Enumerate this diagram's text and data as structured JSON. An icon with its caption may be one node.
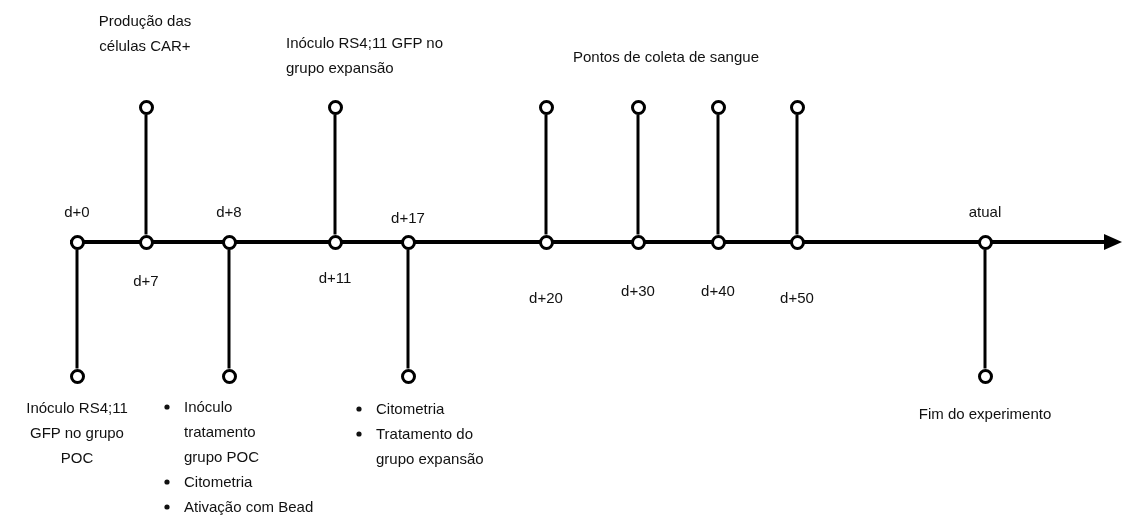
{
  "diagram": {
    "nodes": [
      {
        "text": [
          "d+0"
        ]
      },
      {
        "text": [
          "Inóculo RS4;11 GFP no grupo POC"
        ]
      },
      {
        "text": [
          "d+7"
        ]
      },
      {
        "text": [
          "Produção das células CAR+"
        ]
      },
      {
        "text": [
          "d+8"
        ]
      },
      {
        "text": [
          "Inóculo tratamento grupo POC",
          "Citometria",
          "Ativação com Bead"
        ]
      },
      {
        "text": [
          "d+11"
        ]
      },
      {
        "text": [
          "Inóculo RS4;11 GFP no grupo expansão"
        ]
      },
      {
        "text": [
          "d+17"
        ]
      },
      {
        "text": [
          "Citometria",
          "Tratamento do grupo expansão"
        ]
      },
      {
        "text": [
          "d+20"
        ]
      },
      {
        "text": [],
        "shape": "circle"
      },
      {
        "text": [
          "d+30"
        ]
      },
      {
        "text": [],
        "shape": "circle"
      },
      {
        "text": [
          "d+40"
        ]
      },
      {
        "text": [],
        "shape": "circle"
      },
      {
        "text": [
          "d+50"
        ]
      },
      {
        "text": [],
        "shape": "circle"
      },
      {
        "text": [
          "atual"
        ]
      },
      {
        "text": [
          "Fim do experimento"
        ]
      }
    ],
    "edges": [
      {
        "from": 0,
        "to": 1,
        "arrow": "none"
      },
      {
        "from": 2,
        "to": 3,
        "arrow": "none"
      },
      {
        "from": 4,
        "to": 5,
        "arrow": "none"
      },
      {
        "from": 6,
        "to": 7,
        "arrow": "none"
      },
      {
        "from": 8,
        "to": 9,
        "arrow": "none"
      },
      {
        "from": 10,
        "to": 11,
        "arrow": "none"
      },
      {
        "from": 12,
        "to": 13,
        "arrow": "none"
      },
      {
        "from": 14,
        "to": 15,
        "arrow": "none"
      },
      {
        "from": 16,
        "to": 17,
        "arrow": "none"
      },
      {
        "from": 18,
        "to": 19,
        "arrow": "none"
      }
    ],
    "labels": [
      "Pontos de coleta de sangue"
    ]
  }
}
